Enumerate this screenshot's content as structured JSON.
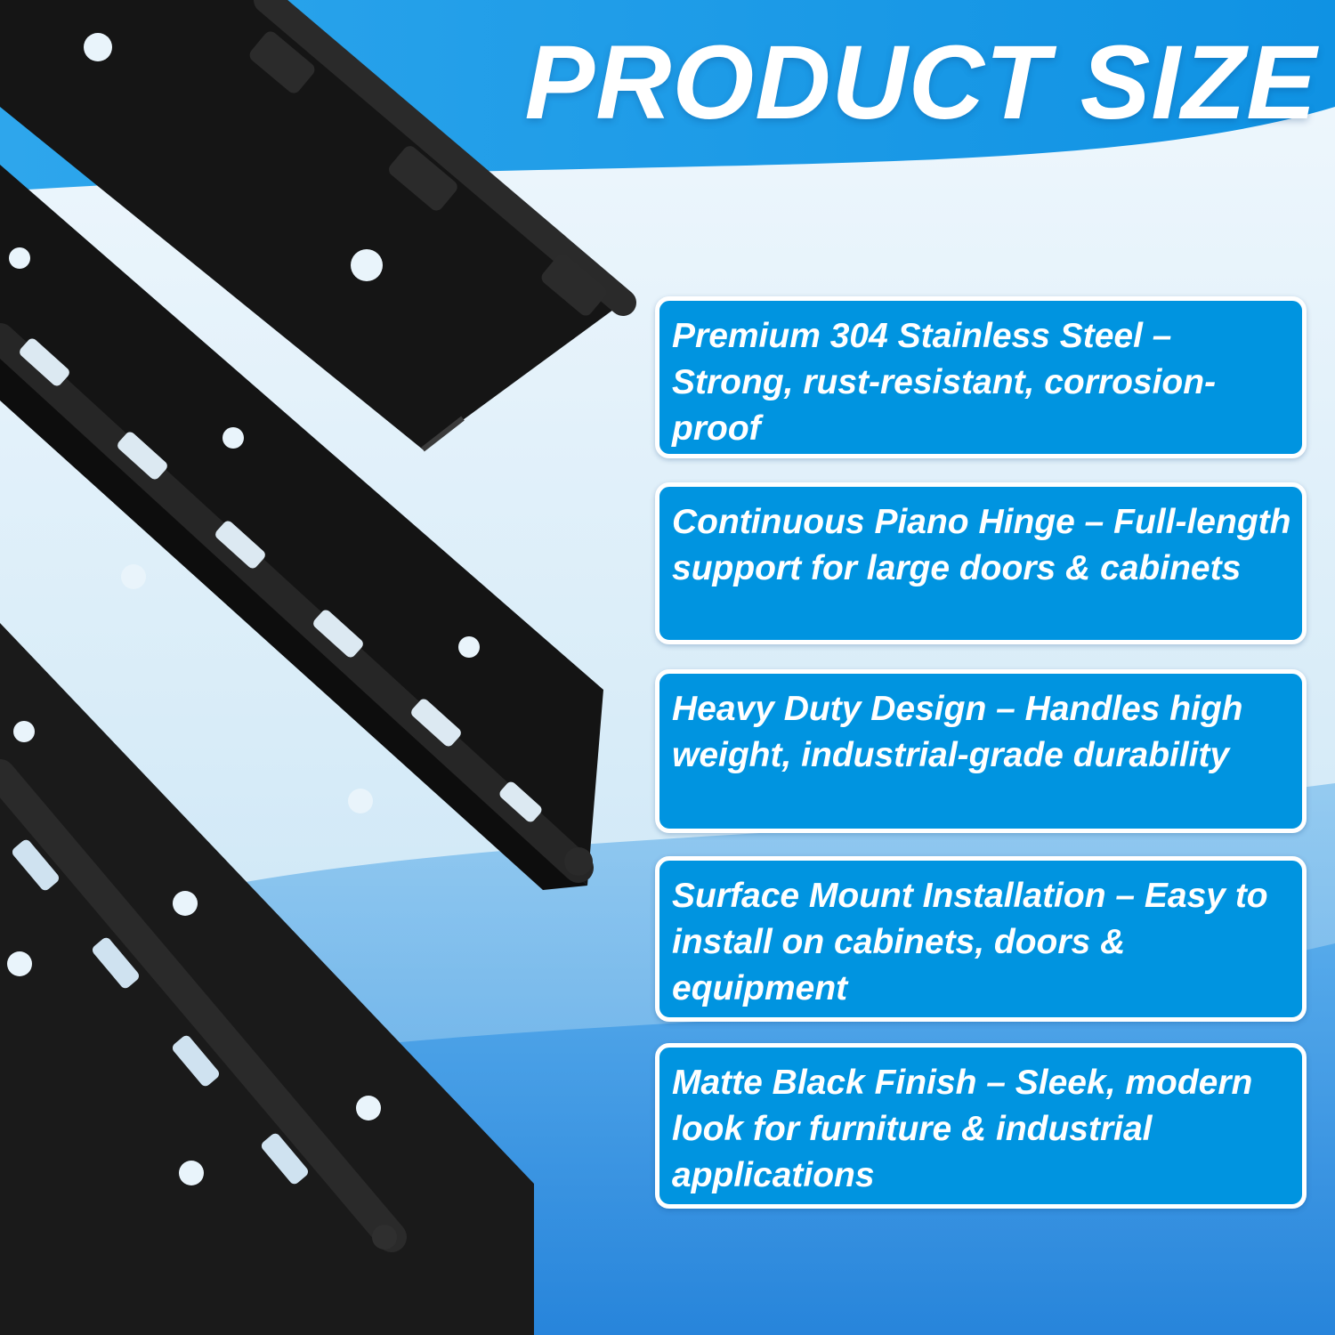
{
  "title": "PRODUCT SIZE",
  "features": [
    {
      "text": "Premium 304 Stainless Steel – Strong, rust-resistant, corrosion-proof"
    },
    {
      "text": "Continuous Piano Hinge – Full-length support for large doors & cabinets"
    },
    {
      "text": "Heavy Duty Design – Handles high weight, industrial-grade durability"
    },
    {
      "text": "Surface Mount Installation – Easy to install on cabinets, doors & equipment"
    },
    {
      "text": "Matte Black Finish – Sleek, modern look for furniture & industrial applications"
    }
  ],
  "colors": {
    "banner_blue": "#1a9be6",
    "card_blue": "#0094e0",
    "hinge_black": "#151515"
  }
}
